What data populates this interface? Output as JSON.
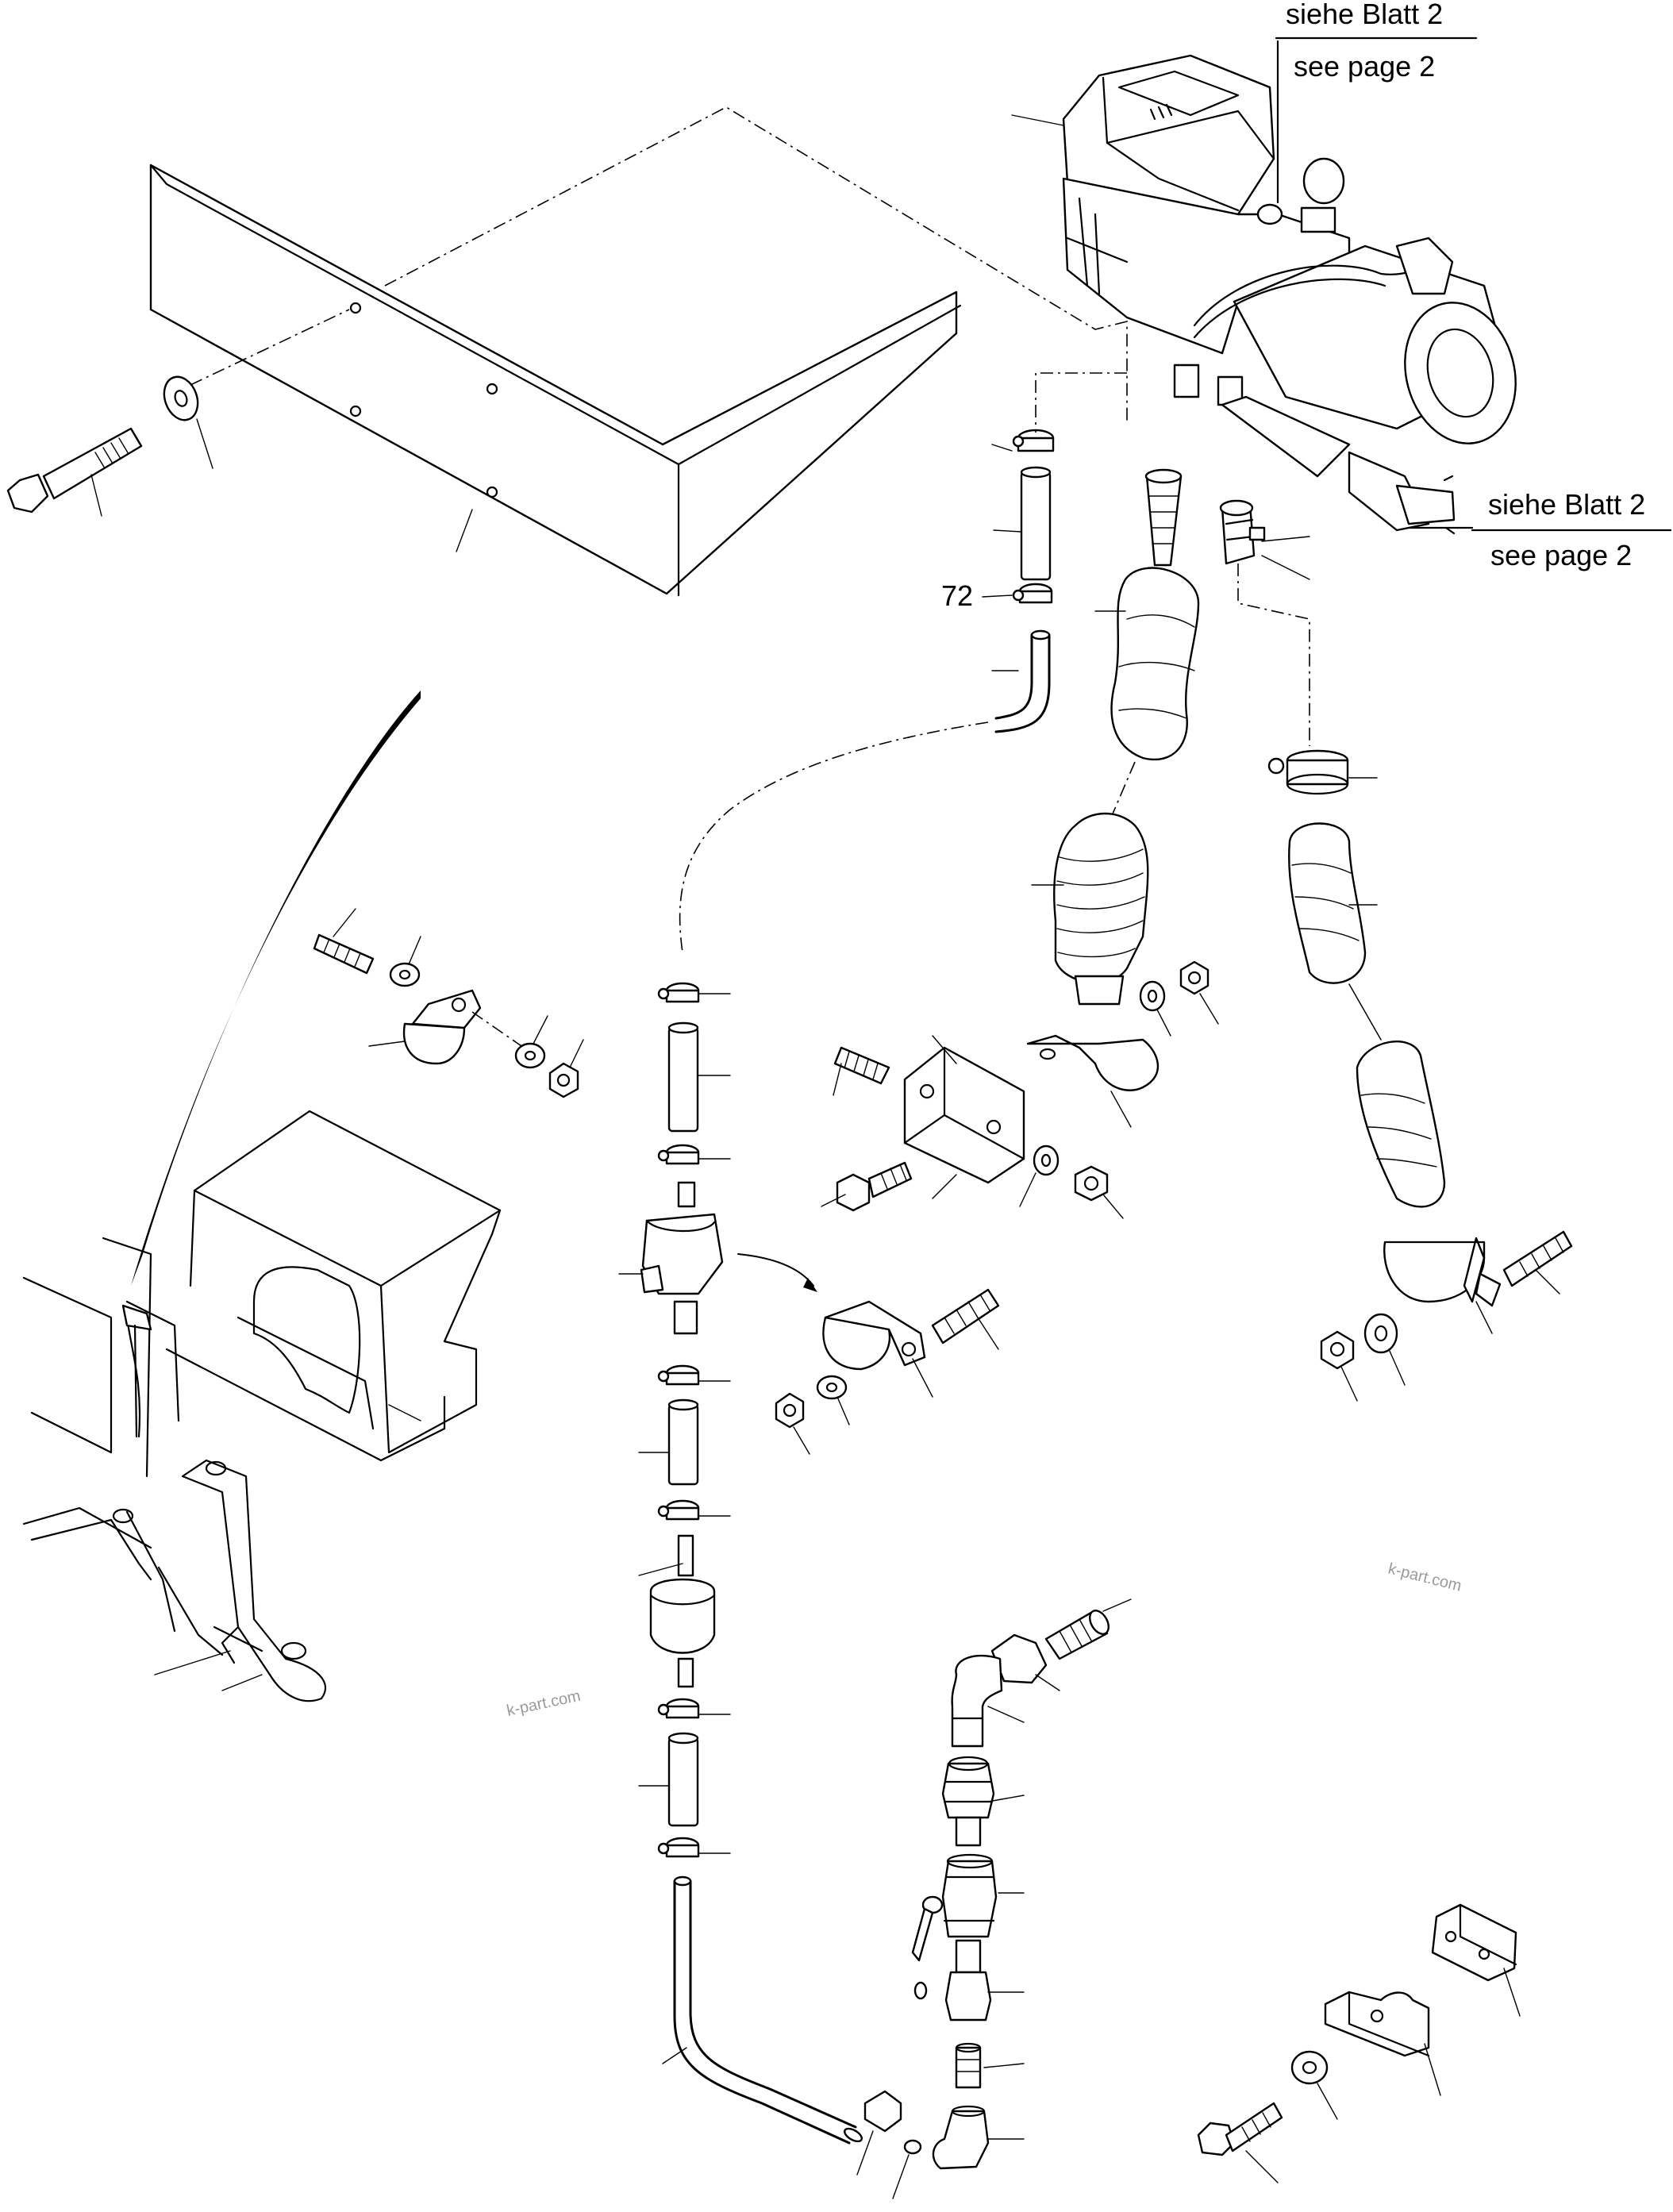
{
  "references": [
    {
      "german": "siehe Blatt 2",
      "english": "see page 2"
    },
    {
      "german": "siehe Blatt 2",
      "english": "see page 2"
    }
  ],
  "callout_number": "72",
  "watermark": "k-part.com"
}
